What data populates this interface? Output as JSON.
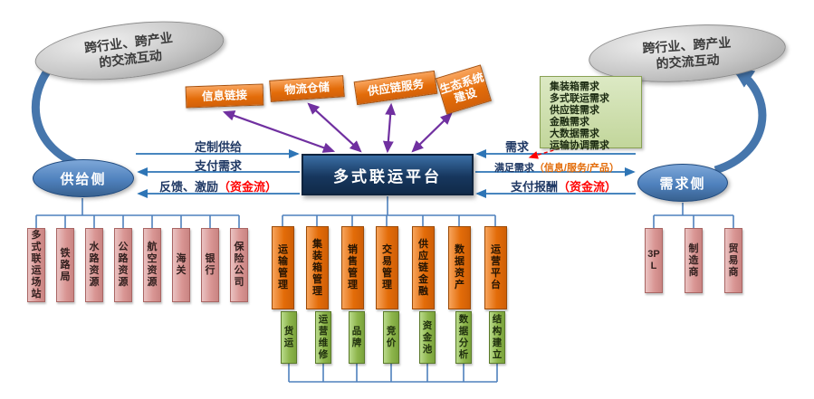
{
  "colors": {
    "orange": "#E36C09",
    "platform_blue": "#17375E",
    "node_blue": "#4F81BD",
    "pink": "#D99694",
    "green_box": "#8DB54B",
    "needs_green": "#C2D69B",
    "purple": "#7030A0",
    "red": "#FF0000",
    "gray_bubble": "#BFBFBF"
  },
  "bubbles": {
    "left": "跨行业、跨产业的交流互动",
    "right": "跨行业、跨产业的交流互动"
  },
  "services": [
    "信息链接",
    "物流仓储",
    "供应链服务",
    "生态系统建设"
  ],
  "platform": {
    "label": "多式联运平台"
  },
  "supply": {
    "label": "供给侧",
    "flow_out": "定制供给",
    "flow_pay": "支付需求",
    "flow_feedback_prefix": "反馈、激励",
    "flow_feedback_highlight": "（资金流）",
    "providers": [
      "多式联运场站",
      "铁路局",
      "水路资源",
      "公路资源",
      "航空资源",
      "海关",
      "银行",
      "保险公司"
    ]
  },
  "demand": {
    "label": "需求侧",
    "needs": [
      "集装箱需求",
      "多式联运需求",
      "供应链需求",
      "金融需求",
      "大数据需求",
      "运输协调需求"
    ],
    "flow_demand": "需求",
    "flow_satisfy_prefix": "满足需求",
    "flow_satisfy_highlight": "（信息/服务/产品）",
    "flow_pay_prefix": "支付报酬",
    "flow_pay_highlight": "（资金流）",
    "customers": [
      "3PL",
      "制造商",
      "贸易商"
    ]
  },
  "modules": [
    "运输管理",
    "集装箱管理",
    "销售管理",
    "交易管理",
    "供应链金融",
    "数据资产",
    "运营平台"
  ],
  "submodules": [
    "货运",
    "运营维修",
    "品牌",
    "竞价",
    "资金池",
    "数据分析",
    "结构建立"
  ]
}
